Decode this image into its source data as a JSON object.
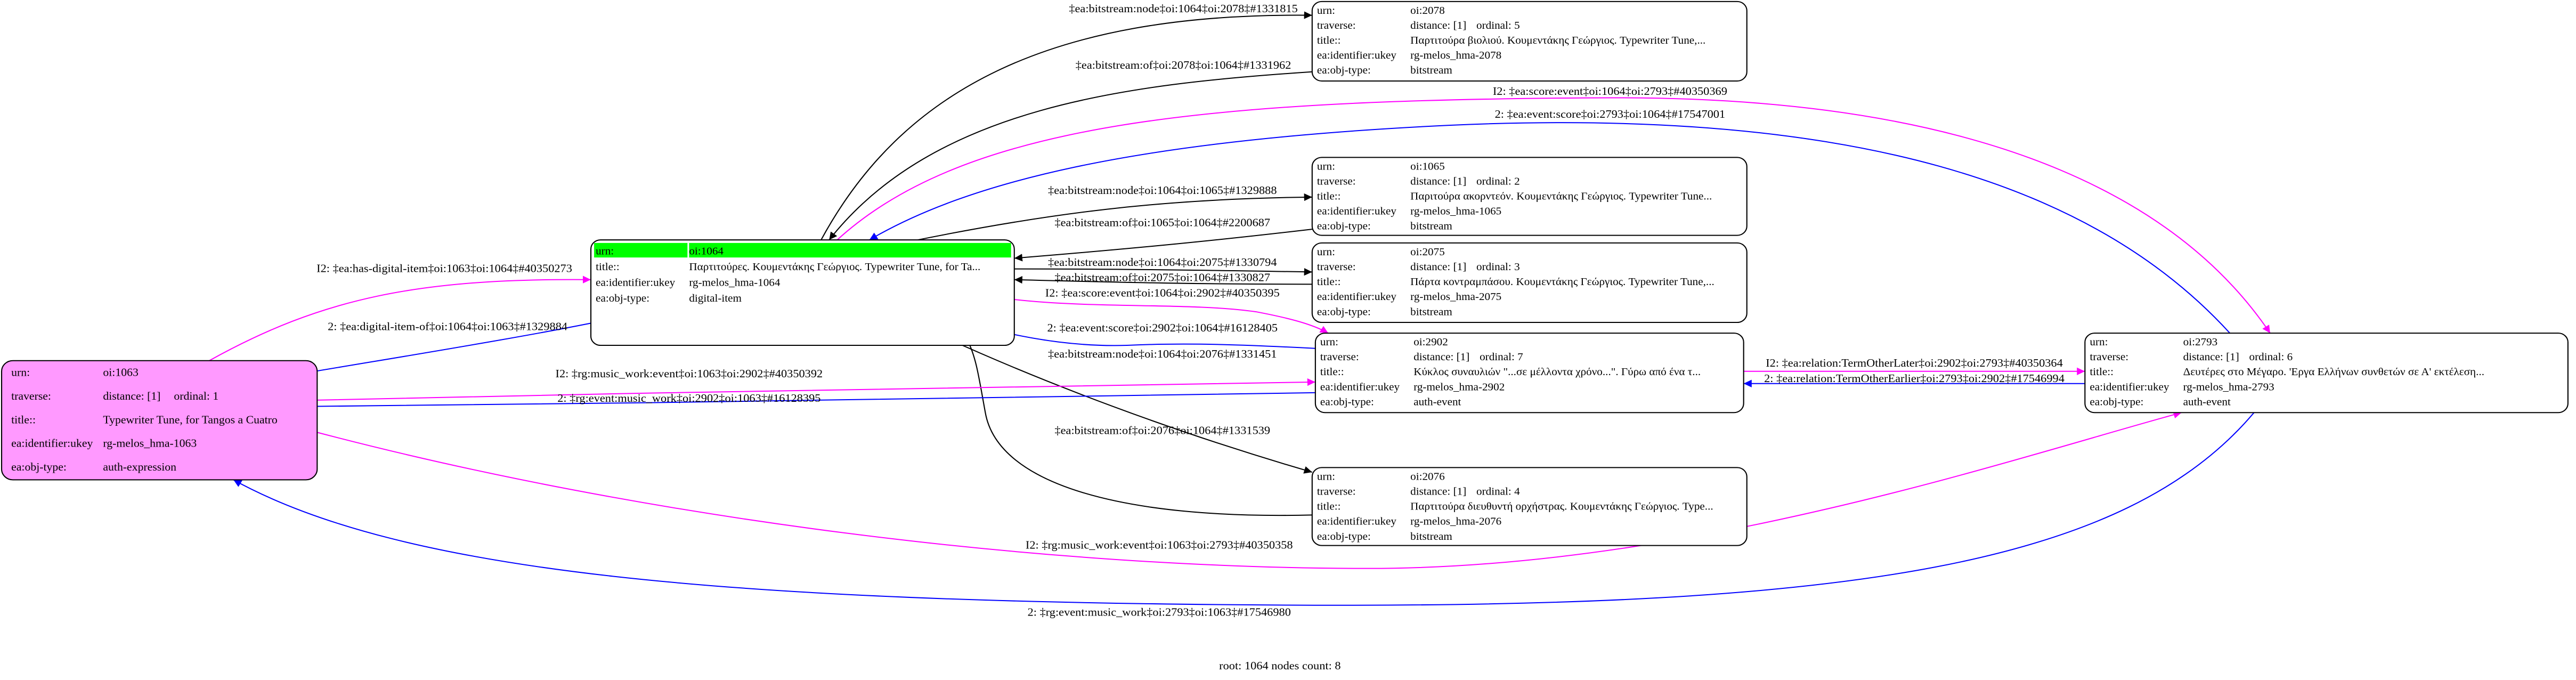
{
  "colors": {
    "bitstream": "#000000",
    "forward": "#ff00ff",
    "inverse": "#0000ff",
    "focus_fill": "#00ff00",
    "start_fill": "#ff99ff"
  },
  "nodes": {
    "n1063": {
      "rows": [
        [
          "urn:",
          "oi:1063"
        ],
        [
          "traverse:",
          "distance: [1]",
          "ordinal: 1"
        ],
        [
          "title::",
          "Typewriter Tune,  for Tangos a Cuatro"
        ],
        [
          "ea:identifier:ukey",
          "rg-melos_hma-1063"
        ],
        [
          "ea:obj-type:",
          "auth-expression"
        ]
      ]
    },
    "n1064": {
      "rows": [
        [
          "urn:",
          "oi:1064"
        ],
        [
          "title::",
          "Παρτιτούρες. Κουμεντάκης Γεώργιος. Typewriter Tune, for Ta..."
        ],
        [
          "ea:identifier:ukey",
          "rg-melos_hma-1064"
        ],
        [
          "ea:obj-type:",
          "digital-item"
        ]
      ]
    },
    "n2078": {
      "rows": [
        [
          "urn:",
          "oi:2078"
        ],
        [
          "traverse:",
          "distance: [1]",
          "ordinal: 5"
        ],
        [
          "title::",
          "Παρτιτούρα βιολιού. Κουμεντάκης Γεώργιος. Typewriter Tune,..."
        ],
        [
          "ea:identifier:ukey",
          "rg-melos_hma-2078"
        ],
        [
          "ea:obj-type:",
          "bitstream"
        ]
      ]
    },
    "n1065": {
      "rows": [
        [
          "urn:",
          "oi:1065"
        ],
        [
          "traverse:",
          "distance: [1]",
          "ordinal: 2"
        ],
        [
          "title::",
          "Παριτούρα ακορντεόν. Κουμεντάκης Γεώργιος. Typewriter Tune..."
        ],
        [
          "ea:identifier:ukey",
          "rg-melos_hma-1065"
        ],
        [
          "ea:obj-type:",
          "bitstream"
        ]
      ]
    },
    "n2075": {
      "rows": [
        [
          "urn:",
          "oi:2075"
        ],
        [
          "traverse:",
          "distance: [1]",
          "ordinal: 3"
        ],
        [
          "title::",
          "Πάρτα κοντραμπάσου. Κουμεντάκης Γεώργιος. Typewriter Tune,..."
        ],
        [
          "ea:identifier:ukey",
          "rg-melos_hma-2075"
        ],
        [
          "ea:obj-type:",
          "bitstream"
        ]
      ]
    },
    "n2902": {
      "rows": [
        [
          "urn:",
          "oi:2902"
        ],
        [
          "traverse:",
          "distance: [1]",
          "ordinal: 7"
        ],
        [
          "title::",
          "Κύκλος συναυλιών \"...σε μέλλοντα χρόνο...\". Γύρω από ένα τ..."
        ],
        [
          "ea:identifier:ukey",
          "rg-melos_hma-2902"
        ],
        [
          "ea:obj-type:",
          "auth-event"
        ]
      ]
    },
    "n2076": {
      "rows": [
        [
          "urn:",
          "oi:2076"
        ],
        [
          "traverse:",
          "distance: [1]",
          "ordinal: 4"
        ],
        [
          "title::",
          "Παρτιτούρα διευθυντή ορχήστρας. Κουμεντάκης Γεώργιος. Type..."
        ],
        [
          "ea:identifier:ukey",
          "rg-melos_hma-2076"
        ],
        [
          "ea:obj-type:",
          "bitstream"
        ]
      ]
    },
    "n2793": {
      "rows": [
        [
          "urn:",
          "oi:2793"
        ],
        [
          "traverse:",
          "distance: [1]",
          "ordinal: 6"
        ],
        [
          "title::",
          "Δευτέρες στο Μέγαρο. 'Εργα Ελλήνων συνθετών σε Α' εκτέλεση..."
        ],
        [
          "ea:identifier:ukey",
          "rg-melos_hma-2793"
        ],
        [
          "ea:obj-type:",
          "auth-event"
        ]
      ]
    }
  },
  "edges": [
    {
      "label": "‡ea:bitstream:node‡oi:1064‡oi:2078‡#1331815",
      "kind": "bitstream"
    },
    {
      "label": "‡ea:bitstream:of‡oi:2078‡oi:1064‡#1331962",
      "kind": "bitstream"
    },
    {
      "label": "I2: ‡ea:score:event‡oi:1064‡oi:2793‡#40350369",
      "kind": "forward"
    },
    {
      "label": "2: ‡ea:event:score‡oi:2793‡oi:1064‡#17547001",
      "kind": "inverse"
    },
    {
      "label": "‡ea:bitstream:node‡oi:1064‡oi:1065‡#1329888",
      "kind": "bitstream"
    },
    {
      "label": "‡ea:bitstream:of‡oi:1065‡oi:1064‡#2200687",
      "kind": "bitstream"
    },
    {
      "label": "‡ea:bitstream:node‡oi:1064‡oi:2075‡#1330794",
      "kind": "bitstream"
    },
    {
      "label": "‡ea:bitstream:of‡oi:2075‡oi:1064‡#1330827",
      "kind": "bitstream"
    },
    {
      "label": "I2: ‡ea:score:event‡oi:1064‡oi:2902‡#40350395",
      "kind": "forward"
    },
    {
      "label": "2: ‡ea:event:score‡oi:2902‡oi:1064‡#16128405",
      "kind": "inverse"
    },
    {
      "label": "‡ea:bitstream:node‡oi:1064‡oi:2076‡#1331451",
      "kind": "bitstream"
    },
    {
      "label": "‡ea:bitstream:of‡oi:2076‡oi:1064‡#1331539",
      "kind": "bitstream"
    },
    {
      "label": "I2: ‡ea:has-digital-item‡oi:1063‡oi:1064‡#40350273",
      "kind": "forward"
    },
    {
      "label": "2: ‡ea:digital-item-of‡oi:1064‡oi:1063‡#1329884",
      "kind": "inverse"
    },
    {
      "label": "I2: ‡rg:music_work:event‡oi:1063‡oi:2902‡#40350392",
      "kind": "forward"
    },
    {
      "label": "2: ‡rg:event:music_work‡oi:2902‡oi:1063‡#16128395",
      "kind": "inverse"
    },
    {
      "label": "I2: ‡ea:relation:TermOtherLater‡oi:2902‡oi:2793‡#40350364",
      "kind": "forward"
    },
    {
      "label": "2: ‡ea:relation:TermOtherEarlier‡oi:2793‡oi:2902‡#17546994",
      "kind": "inverse"
    },
    {
      "label": "I2: ‡rg:music_work:event‡oi:1063‡oi:2793‡#40350358",
      "kind": "forward"
    },
    {
      "label": "2: ‡rg:event:music_work‡oi:2793‡oi:1063‡#17546980",
      "kind": "inverse"
    }
  ],
  "footer": {
    "root_text": "root: 1064 nodes count: 8"
  }
}
